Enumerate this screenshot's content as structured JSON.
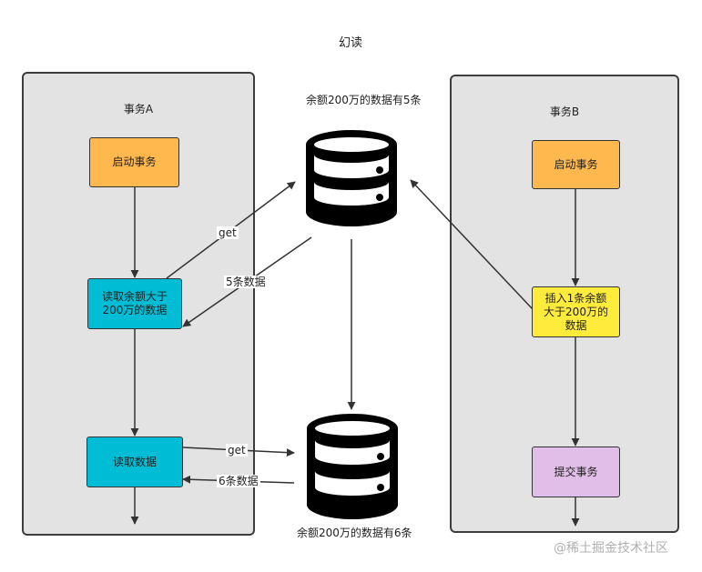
{
  "title": "幻读",
  "transaction_a": {
    "title": "事务A",
    "start": "启动事务",
    "read_lines": [
      "读取余额大于",
      "200万的数据"
    ],
    "read_data": "读取数据"
  },
  "transaction_b": {
    "title": "事务B",
    "start": "启动事务",
    "insert_lines": [
      "插入1条余额",
      "大于200万的",
      "数据"
    ],
    "commit": "提交事务"
  },
  "database_top": {
    "caption": "余额200万的数据有5条"
  },
  "database_bottom": {
    "caption": "余额200万的数据有6条"
  },
  "edges": {
    "get_top": "get",
    "result_top": "5条数据",
    "get_bottom": "get",
    "result_bottom": "6条数据"
  },
  "watermark": "@稀土掘金技术社区",
  "colors": {
    "start_box": "#ffb84d",
    "read_box": "#00bcd4",
    "insert_box": "#ffeb3b",
    "commit_box": "#e1bee7",
    "panel": "#e3e3e3"
  }
}
